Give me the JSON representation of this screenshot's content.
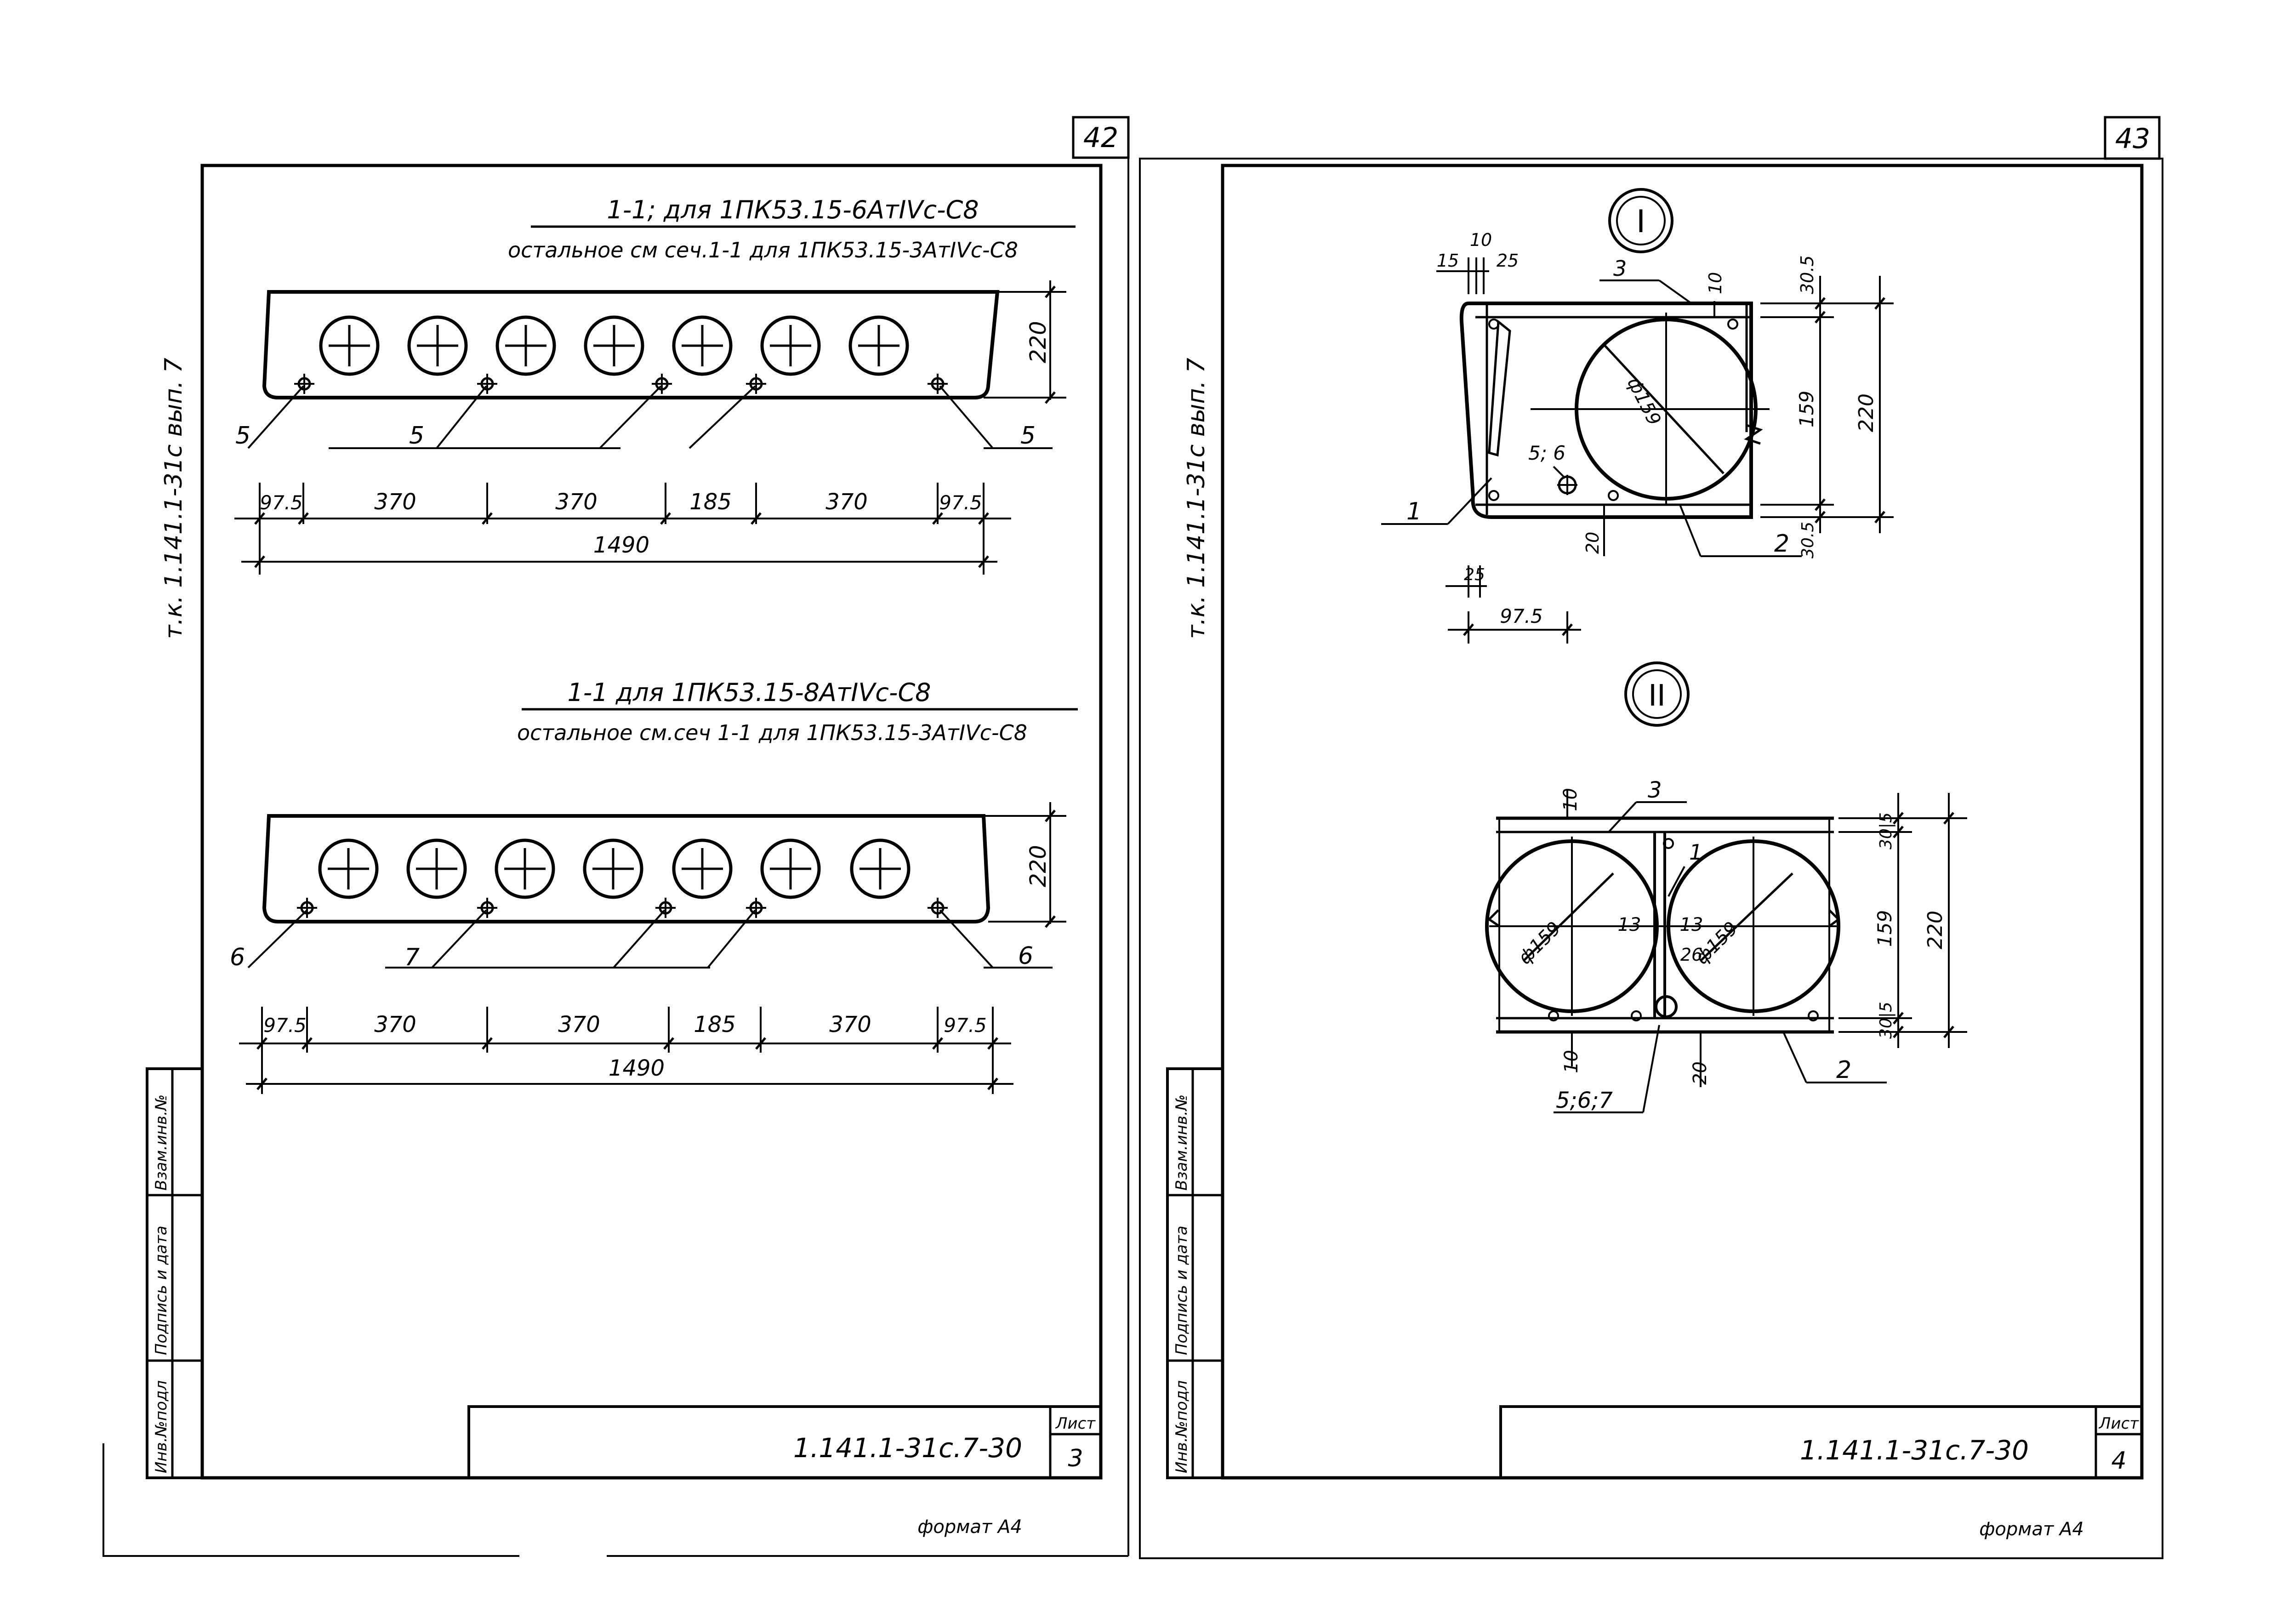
{
  "sheet_left": {
    "page_number": "42",
    "side_code": "т.к. 1.141.1-31с  вып. 7",
    "section_a_title": "1-1; для 1ПК53.15-6АтIVс-С8",
    "section_a_note": "остальное см сеч.1-1 для 1ПК53.15-3АтIVс-С8",
    "section_b_title": "1-1 для 1ПК53.15-8АтIVс-С8",
    "section_b_note": "остальное см.сеч 1-1 для 1ПК53.15-3АтIVс-С8",
    "height_dim": "220",
    "dims": [
      "97.5",
      "370",
      "370",
      "185",
      "370",
      "97.5"
    ],
    "total_dim": "1490",
    "callouts_a": [
      "5",
      "5",
      "5"
    ],
    "callouts_b": [
      "6",
      "7",
      "6"
    ],
    "stamp_labels": [
      "Инв.№подл",
      "Подпись и дата",
      "Взам.инв.№"
    ],
    "doc_code": "1.141.1-31с.7-30",
    "list_label": "Лист",
    "list_number": "3",
    "format_label": "формат А4"
  },
  "sheet_right": {
    "page_number": "43",
    "side_code": "т.к. 1.141.1-31с  вып. 7",
    "node_i_marker": "I",
    "node_ii_marker": "II",
    "node_i": {
      "top_dims": [
        "15",
        "10",
        "25"
      ],
      "callout_3": "3",
      "dim_10": "10",
      "dim_30_5": "30.5",
      "dim_159": "159",
      "dim_220": "220",
      "dim_30_5_bottom": "30.5",
      "diameter": "ф159",
      "callout_56": "5; 6",
      "callout_1": "1",
      "dim_20": "20",
      "callout_2": "2",
      "dim_25": "25",
      "dim_97_5": "97.5"
    },
    "node_ii": {
      "dim_10_top": "10",
      "callout_3": "3",
      "callout_1": "1",
      "dim_30_5": "30|5",
      "dim_159": "159",
      "dim_220": "220",
      "dim_30_5_bottom": "30|5",
      "diameter_left": "ф159",
      "diameter_right": "ф159",
      "dim_13_left": "13",
      "dim_13_right": "13",
      "dim_26": "26",
      "dim_10_bottom": "10",
      "callout_567": "5;6;7",
      "dim_20": "20",
      "callout_2": "2"
    },
    "stamp_labels": [
      "Инв.№подл",
      "Подпись и дата",
      "Взам.инв.№"
    ],
    "doc_code": "1.141.1-31с.7-30",
    "list_label": "Лист",
    "list_number": "4",
    "format_label": "формат А4"
  }
}
